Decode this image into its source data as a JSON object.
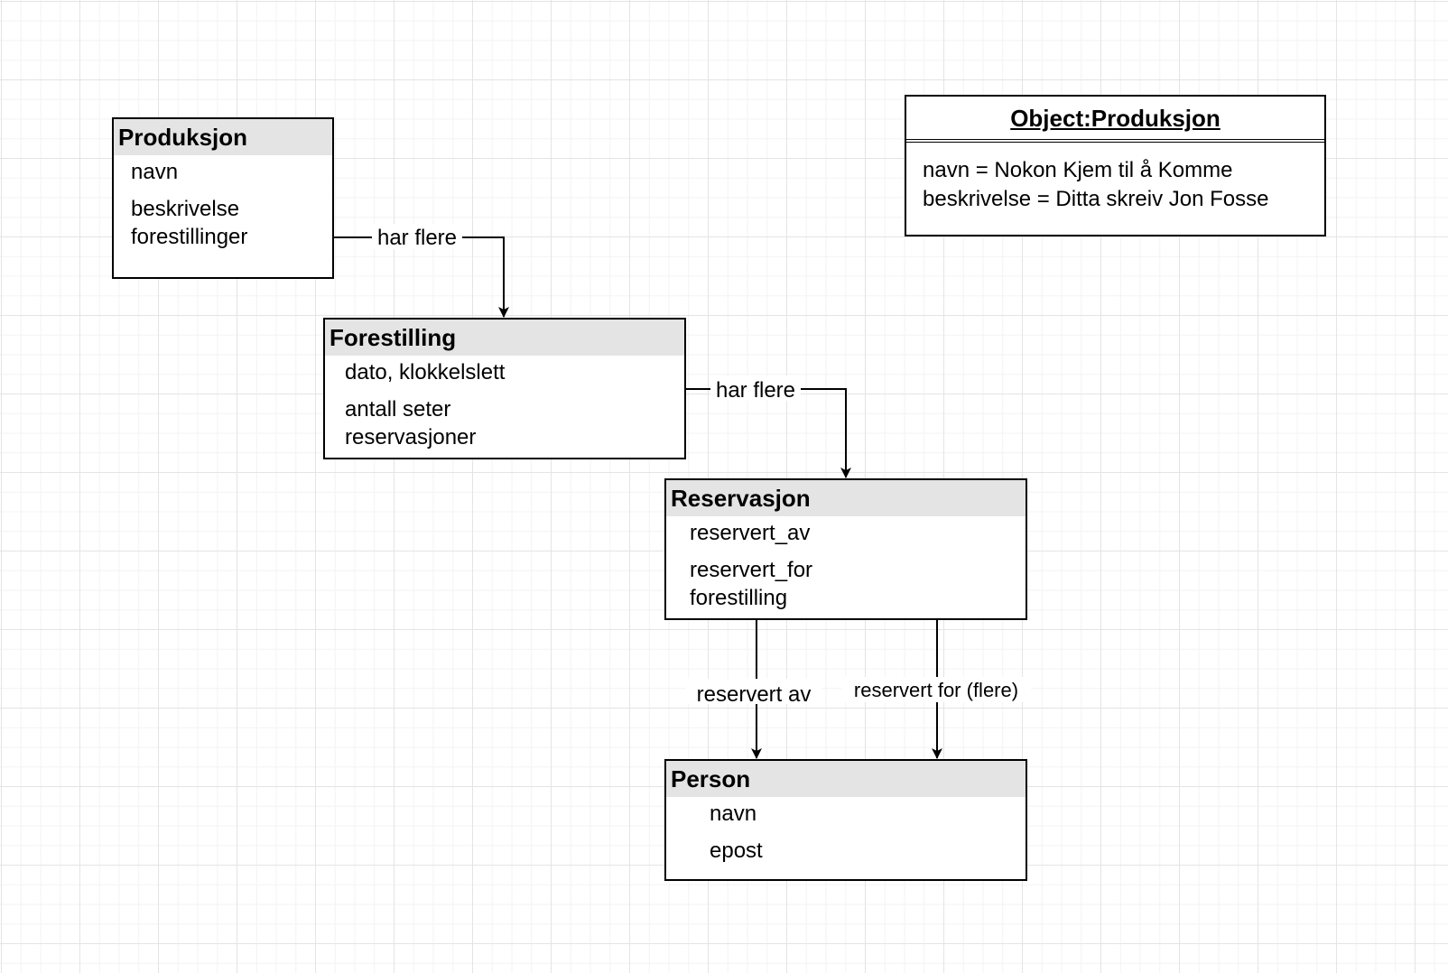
{
  "entities": {
    "produksjon": {
      "title": "Produksjon",
      "attributes": [
        "navn",
        "beskrivelse",
        "forestillinger"
      ]
    },
    "forestilling": {
      "title": "Forestilling",
      "attributes": [
        "dato, klokkelslett",
        "antall seter",
        "reservasjoner"
      ]
    },
    "reservasjon": {
      "title": "Reservasjon",
      "attributes": [
        "reservert_av",
        "reservert_for",
        "forestilling"
      ]
    },
    "person": {
      "title": "Person",
      "attributes": [
        "navn",
        "epost"
      ]
    }
  },
  "object_instance": {
    "title": "Object:Produksjon",
    "lines": [
      "navn = Nokon Kjem til å Komme",
      "beskrivelse = Ditta skreiv Jon Fosse"
    ]
  },
  "relations": {
    "produksjon_forestilling": "har flere",
    "forestilling_reservasjon": "har flere",
    "reservert_av": "reservert av",
    "reservert_for": "reservert for (flere)"
  }
}
